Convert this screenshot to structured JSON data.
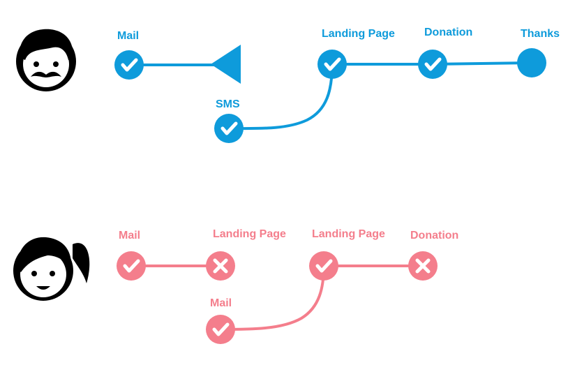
{
  "colors": {
    "journey_a": "#0E9BDB",
    "journey_b": "#F47E8C",
    "avatar": "#000000",
    "icon_on_node": "#ffffff"
  },
  "journeys": [
    {
      "avatar_icon": "man-with-mustache-icon",
      "color": "#0E9BDB",
      "steps": [
        {
          "label": "Mail",
          "status": "check"
        },
        {
          "label": "SMS",
          "status": "check"
        },
        {
          "label": "Landing Page",
          "status": "check"
        },
        {
          "label": "Donation",
          "status": "check"
        },
        {
          "label": "Thanks",
          "status": "filled"
        }
      ],
      "markers": [
        "triangle-arrow-icon"
      ]
    },
    {
      "avatar_icon": "girl-with-ponytail-icon",
      "color": "#F47E8C",
      "steps": [
        {
          "label": "Mail",
          "status": "check"
        },
        {
          "label": "Landing Page",
          "status": "cross"
        },
        {
          "label": "Mail",
          "status": "check"
        },
        {
          "label": "Landing Page",
          "status": "check"
        },
        {
          "label": "Donation",
          "status": "cross"
        }
      ]
    }
  ]
}
